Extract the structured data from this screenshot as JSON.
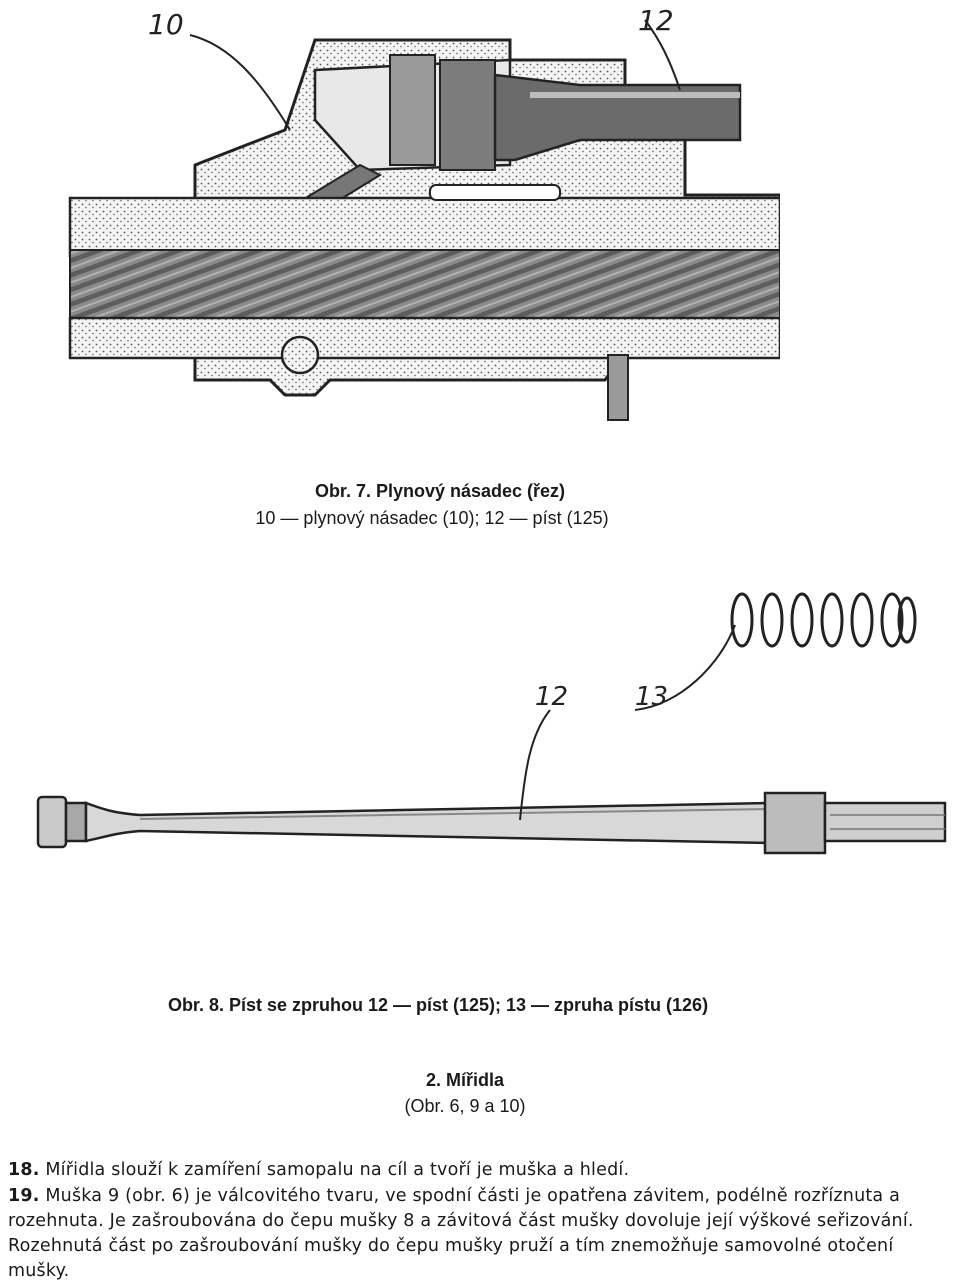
{
  "figure7": {
    "label_10": "10",
    "label_12": "12",
    "caption_title": "Obr. 7. Plynový násadec (řez)",
    "caption_sub": "10 — plynový násadec (10); 12 — píst (125)"
  },
  "figure8": {
    "label_12": "12",
    "label_13": "13",
    "caption": "Obr. 8. Píst se zpruhou 12 — píst (125); 13 — zpruha pístu (126)"
  },
  "section": {
    "title": "2. Mířidla",
    "subtitle": "(Obr. 6, 9 a 10)"
  },
  "paragraphs": {
    "p18_num": "18.",
    "p18_text": " Mířidla slouží k zamíření samopalu na cíl a tvoří je muška a hledí.",
    "p19_num": "19.",
    "p19_text": " Muška 9 (obr. 6) je válcovitého tvaru, ve spodní části je opatřena závitem, podélně rozříznuta a rozehnuta. Je zašroubována do čepu mušky 8 a závitová část mušky dovoluje její výškové seřizování. Rozehnutá část po zašroubování mušky do čepu mušky pruží a tím znemožňuje samovolné otočení mušky."
  }
}
